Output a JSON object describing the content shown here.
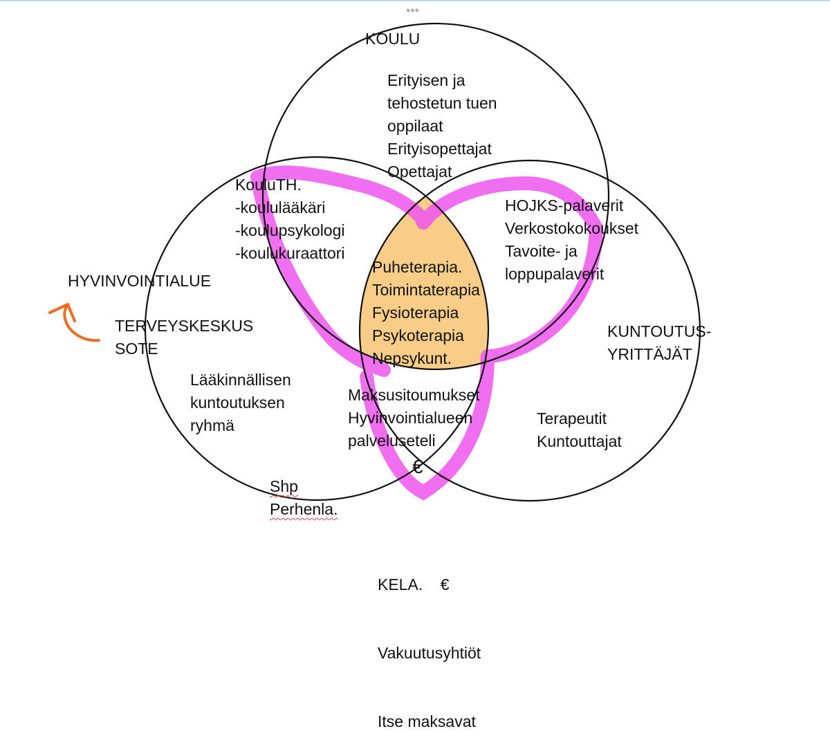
{
  "colors": {
    "circle_stroke": "#111111",
    "highlight_magenta": "#ee55ee",
    "center_fill": "#f7c87a",
    "arrow_orange": "#f26a1b"
  },
  "icons": {
    "arrow": "curved-arrow-icon"
  },
  "labels": {
    "koulu": "KOULU",
    "koulu_group": [
      "Erityisen ja",
      "tehostetun tuen",
      "oppilaat",
      "Erityisopettajat",
      "Opettajat"
    ],
    "kouluth": [
      "KouluTH.",
      "-koululääkäri",
      "-koulupsykologi",
      "-koulukuraattori"
    ],
    "hojks": [
      "HOJKS-palaverit",
      "Verkostokokoukset",
      "Tavoite- ja",
      "loppupalaverit"
    ],
    "center": [
      "Puheterapia.",
      "Toimintaterapia",
      "Fysioterapia",
      "Psykoterapia",
      "Nepsykunt."
    ],
    "hyvinvointialue": "HYVINVOINTIALUE",
    "terveyskeskus": [
      "TERVEYSKESKUS",
      "SOTE"
    ],
    "laakinnallinen": [
      "Lääkinnällisen",
      "kuntoutuksen",
      "ryhmä"
    ],
    "maksusitoumukset": [
      "Maksusitoumukset",
      "Hyvinvointialueen",
      "palveluseteli"
    ],
    "euro_mid": "€",
    "kuntoutus": [
      "KUNTOUTUS-",
      "YRITTÄJÄT"
    ],
    "terapeutit": [
      "Terapeutit",
      "Kuntouttajat"
    ],
    "shp": [
      "Shp",
      "Perhenla."
    ],
    "kela": [
      "KELA.    €",
      "Vakuutusyhtiöt",
      "Itse maksavat"
    ]
  }
}
